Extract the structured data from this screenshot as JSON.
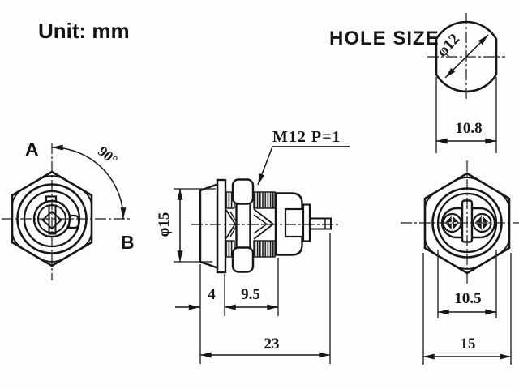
{
  "title_block": {
    "unit_label": "Unit: mm"
  },
  "hole_size_view": {
    "title": "HOLE SIZE",
    "hole_diameter": "φ12",
    "hole_flat_width": "10.8"
  },
  "front_view": {
    "position_a": "A",
    "position_b": "B",
    "key_rotation_angle": "90°"
  },
  "side_view": {
    "thread_spec": "M12 P=1",
    "head_diameter": "φ15",
    "head_depth": "4",
    "thread_length": "9.5",
    "overall_length": "23"
  },
  "rear_view": {
    "body_width": "10.5",
    "hex_width": "15"
  },
  "colors": {
    "ink": "#161616",
    "paper": "#fdfdfd"
  }
}
